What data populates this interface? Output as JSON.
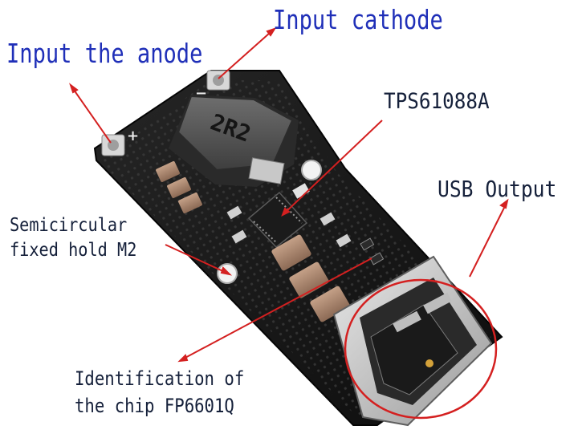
{
  "labels": {
    "input_anode": "Input the anode",
    "input_cathode": "Input cathode",
    "chip_tps": "TPS61088A",
    "usb_output": "USB Output",
    "hole_line1": "Semicircular",
    "hole_line2": "fixed hold M2",
    "chip_id_line1": "Identification of",
    "chip_id_line2": "the chip FP6601Q"
  },
  "board_marks": {
    "plus": "+",
    "minus": "−",
    "inductor_code": "2R2"
  },
  "colors": {
    "label_blue": "#1f2fb8",
    "label_dark": "#15203a",
    "arrow_red": "#d42020",
    "pcb_black": "#141414",
    "pad_silver": "#d8d8d8",
    "capacitor_tan": "#b08a70",
    "usb_metal": "#c9c9c9"
  }
}
